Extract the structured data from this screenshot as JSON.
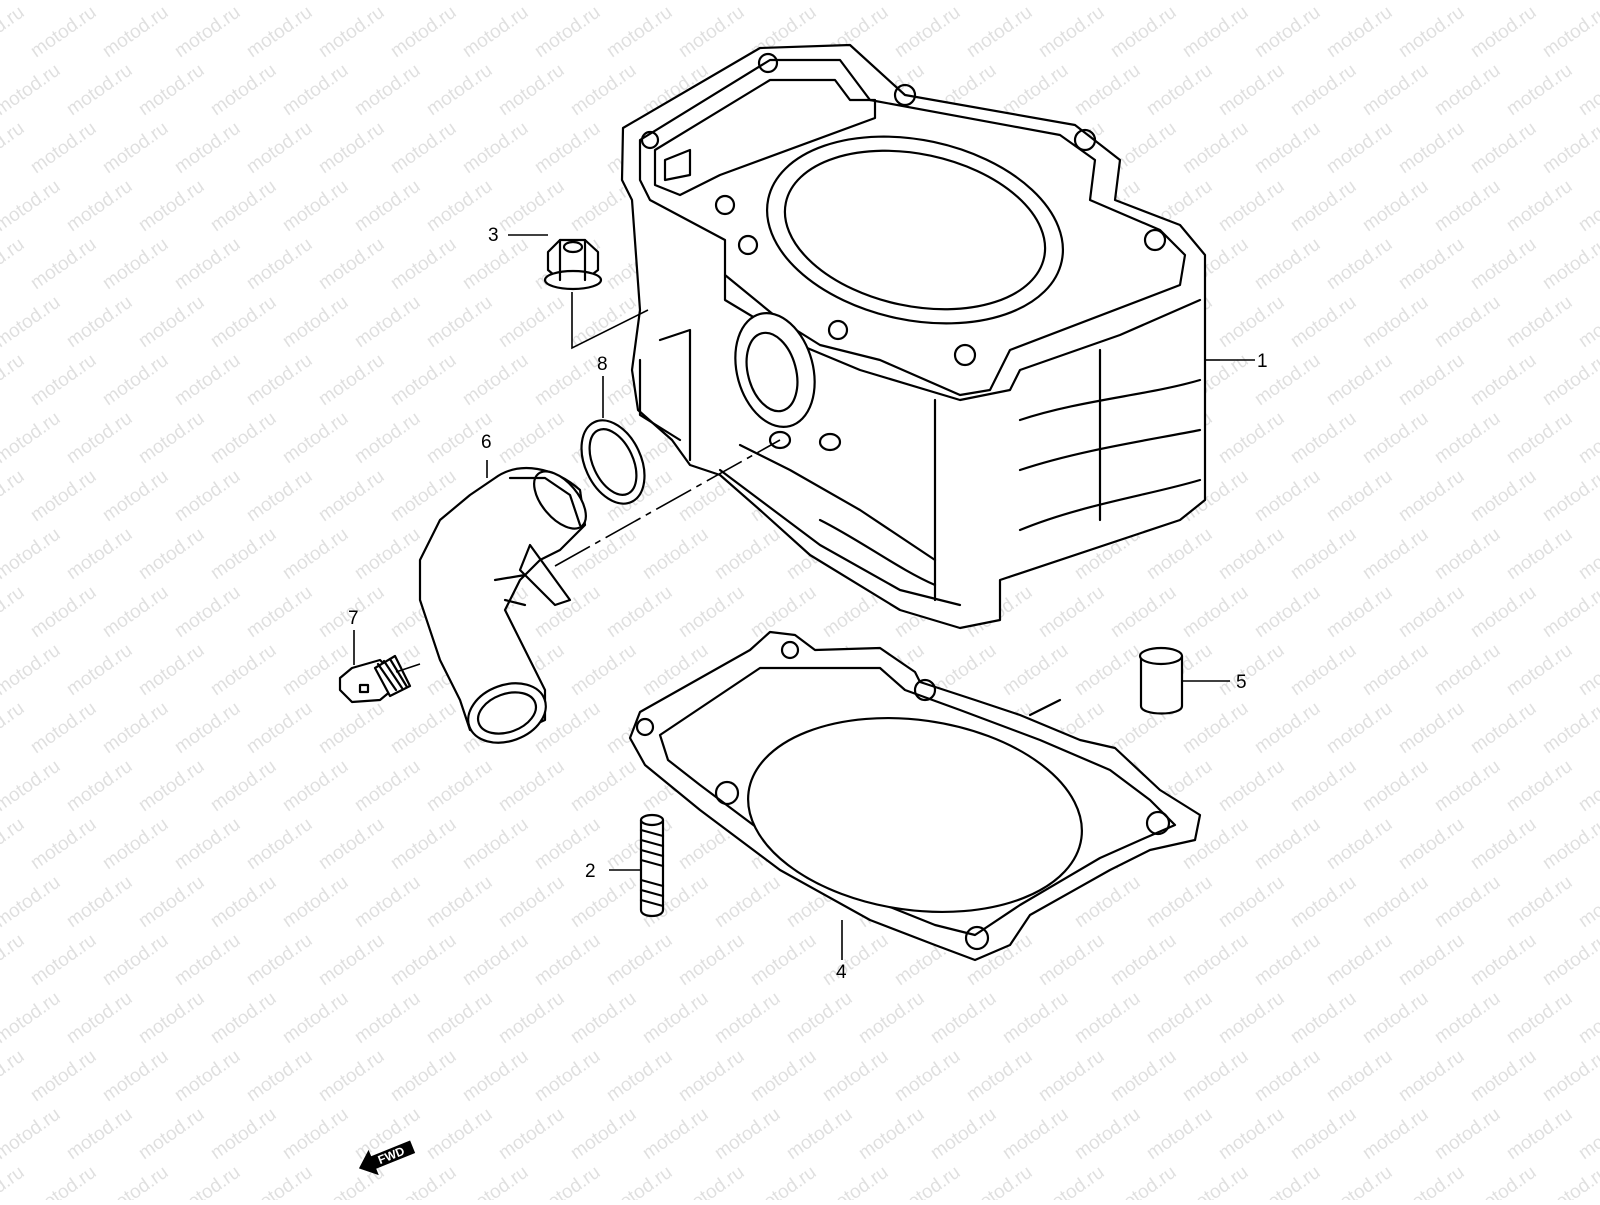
{
  "watermark": {
    "text": "motod.ru"
  },
  "callouts": [
    {
      "id": "1",
      "label": "1"
    },
    {
      "id": "2",
      "label": "2"
    },
    {
      "id": "3",
      "label": "3"
    },
    {
      "id": "4",
      "label": "4"
    },
    {
      "id": "5",
      "label": "5"
    },
    {
      "id": "6",
      "label": "6"
    },
    {
      "id": "7",
      "label": "7"
    },
    {
      "id": "8",
      "label": "8"
    }
  ],
  "fwd_badge": {
    "label": "FWD"
  }
}
